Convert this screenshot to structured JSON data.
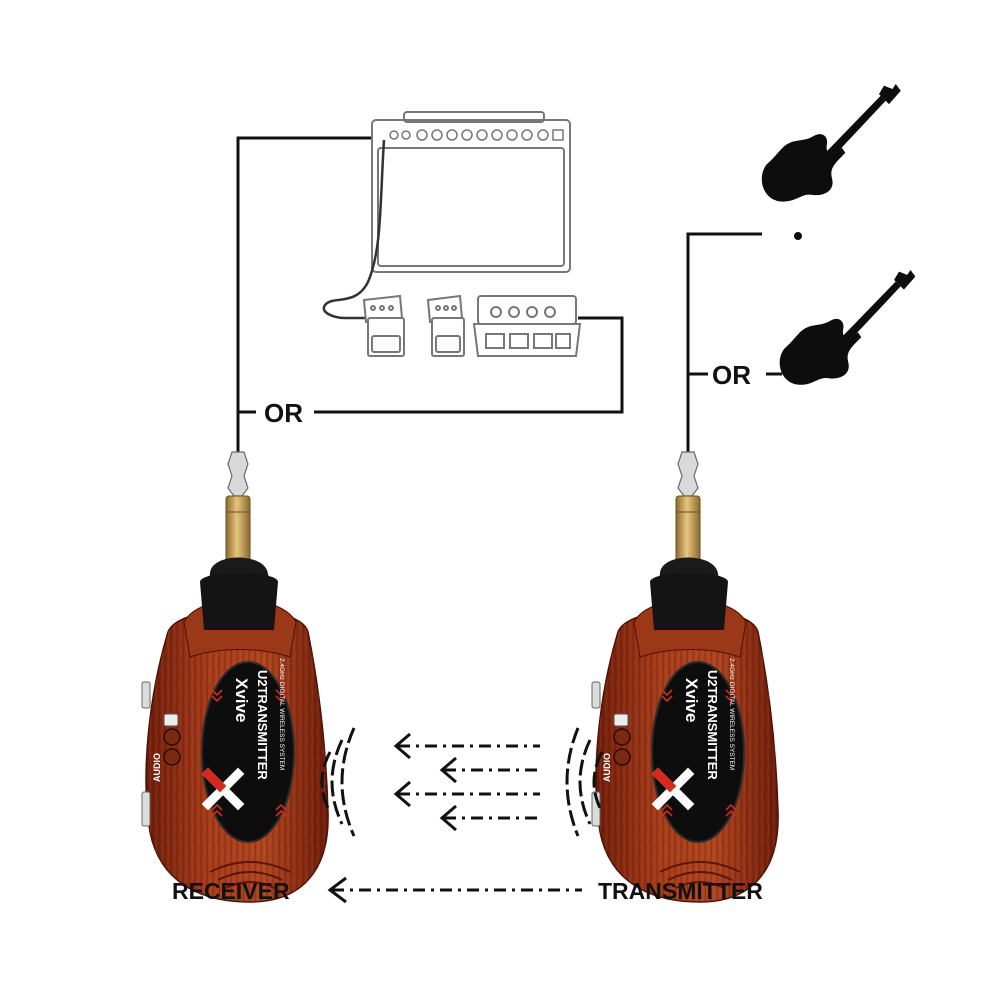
{
  "labels": {
    "or_left": "OR",
    "or_right": "OR",
    "receiver": "RECEIVER",
    "transmitter": "TRANSMITTER"
  },
  "devices": [
    {
      "role": "receiver",
      "brand": "Xvive",
      "model": "U2TRANSMITTER",
      "subtitle": "2.4GHz  DIGITAL  WIRELESS  SYSTEM",
      "side_label": "AUDIO"
    },
    {
      "role": "transmitter",
      "brand": "Xvive",
      "model": "U2TRANSMITTER",
      "subtitle": "2.4GHz  DIGITAL  WIRELESS  SYSTEM",
      "side_label": "AUDIO"
    }
  ],
  "colors": {
    "line": "#111111",
    "device_body": "#8a2a14",
    "device_body_light": "#b2451f",
    "device_face": "#111111",
    "brand_red": "#d42a1c",
    "plug_gold": "#c9a25a",
    "outline": "#6b6b6b"
  },
  "icons": [
    "guitar-amp-icon",
    "effects-pedal-icon",
    "multi-effects-unit-icon",
    "electric-guitar-icon",
    "bass-guitar-icon",
    "wireless-signal-icon",
    "arrow-left-icon"
  ]
}
